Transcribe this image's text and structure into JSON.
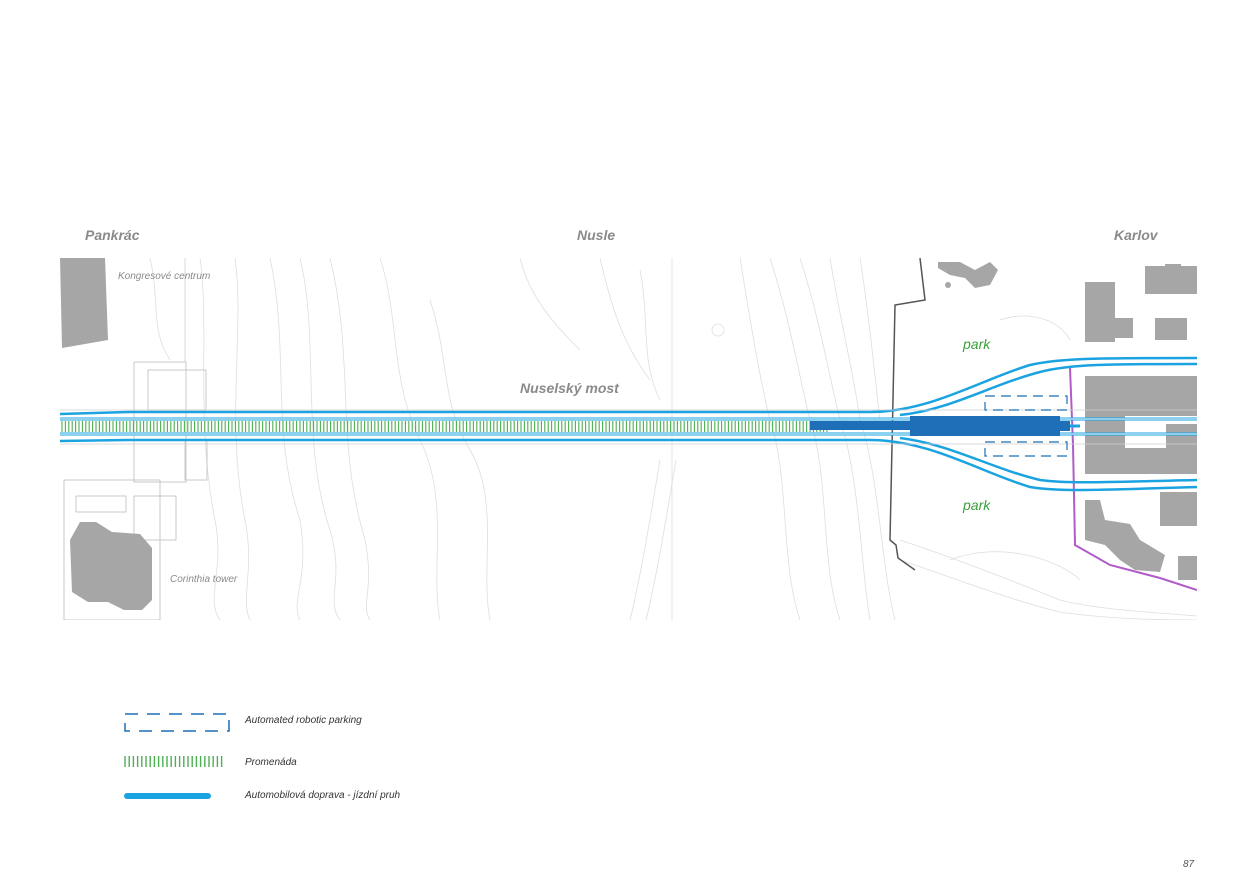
{
  "regions": {
    "pankrac": "Pankrác",
    "nusle": "Nusle",
    "karlov": "Karlov"
  },
  "places": {
    "kongresove_centrum": "Kongresové centrum",
    "corinthia_tower": "Corinthia tower",
    "bridge": "Nuselský most",
    "park_north": "park",
    "park_south": "park"
  },
  "legend": {
    "parking": "Automated robotic parking",
    "promenade": "Promenáda",
    "traffic": "Automobilová doprava - jízdní pruh"
  },
  "page_number": "87",
  "colors": {
    "road": "#1aa3e0",
    "parking": "#1f6fb8",
    "promenade": "#4caf50",
    "park_text": "#3aa03a",
    "boundary": "#b05cc8",
    "building": "#a6a6a6"
  }
}
